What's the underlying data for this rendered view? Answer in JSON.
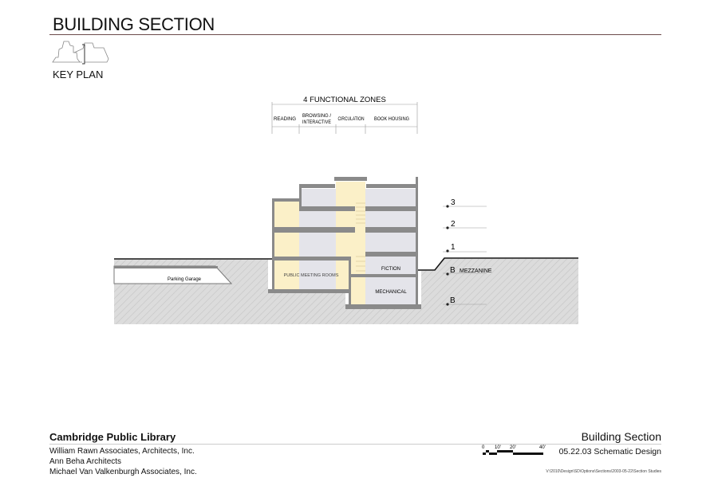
{
  "header": {
    "title": "BUILDING SECTION",
    "key_plan_label": "KEY PLAN"
  },
  "zones": {
    "title": "4 FUNCTIONAL ZONES",
    "items": [
      "READING",
      "BROWSING /",
      "INTERACTIVE",
      "CIRCULATION",
      "BOOK HOUSING"
    ]
  },
  "rooms": {
    "parking": "Parking Garage",
    "meeting": "PUBLIC MEETING ROOMS",
    "fiction": "FICTION",
    "mechanical": "MECHANICAL"
  },
  "levels": [
    "3",
    "2",
    "1",
    "B",
    "MEZZANINE",
    "B"
  ],
  "scale": {
    "ticks": [
      "0",
      "10'",
      "20'",
      "40'"
    ]
  },
  "footer": {
    "project": "Cambridge Public Library",
    "firms": [
      "William Rawn Associates, Architects, Inc.",
      "Ann Beha Architects",
      "Michael Van Valkenburgh Associates, Inc."
    ],
    "sheet": "Building Section",
    "phase": "05.22.03 Schematic Design",
    "path": "V:\\2010\\Design\\SD\\Options\\Sections\\2003-05-22\\Section Studies"
  },
  "colors": {
    "zone_yellow": "#fbf0c8",
    "space_gray": "#e4e4ea",
    "structure": "#8a8a8a",
    "ground": "#d9d9d9"
  }
}
